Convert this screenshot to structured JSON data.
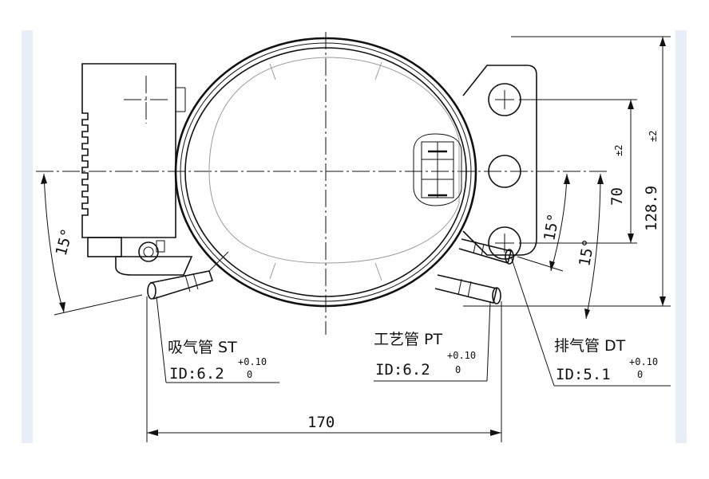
{
  "labels": {
    "suction_pipe": "吸气管 ST",
    "suction_id": "ID:6.2",
    "suction_tol_upper": "+0.10",
    "suction_tol_lower": "0",
    "process_pipe": "工艺管 PT",
    "process_id": "ID:6.2",
    "process_tol_upper": "+0.10",
    "process_tol_lower": "0",
    "discharge_pipe": "排气管 DT",
    "discharge_id": "ID:5.1",
    "discharge_tol_upper": "+0.10",
    "discharge_tol_lower": "0"
  },
  "dimensions": {
    "width": "170",
    "hole_spacing": "70",
    "hole_spacing_tol": "±2",
    "total_height": "128.9",
    "total_height_tol": "±2",
    "angle_left": "15°",
    "angle_right_inner": "15°",
    "angle_right_outer": "15°"
  },
  "colors": {
    "line": "#111111",
    "side_strip": "#e8eef7"
  }
}
